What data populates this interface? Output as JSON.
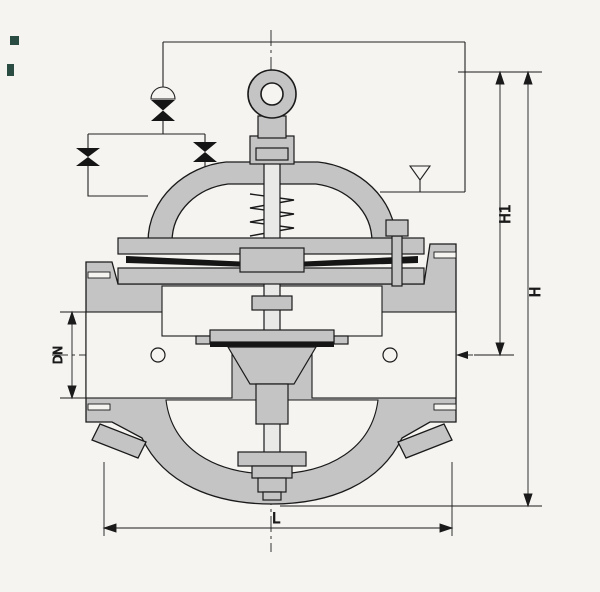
{
  "drawing": {
    "type": "hydraulic control valve cross-section technical drawing",
    "labels": {
      "h1": "H1",
      "h": "H",
      "dn": "DN",
      "l": "L"
    }
  },
  "colors": {
    "paper": "#f5f4f1",
    "ink": "#1a1a1a",
    "metal_gray": "#c4c4c4",
    "solid_black": "#151515",
    "artifact_green": "#2b4c42"
  }
}
